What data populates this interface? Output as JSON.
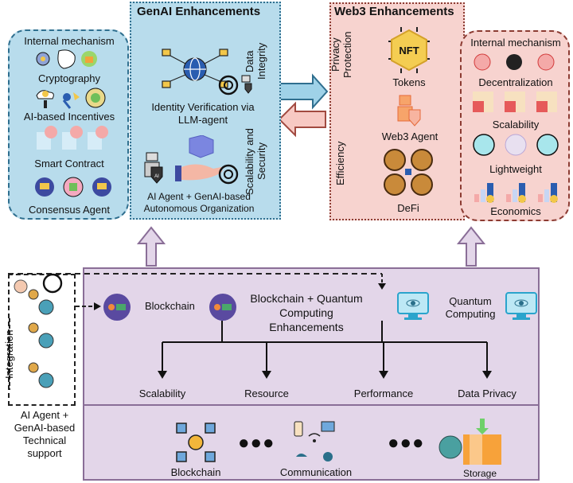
{
  "genai": {
    "title": "GenAI Enhancements",
    "side_labels": [
      "Data Integrity",
      "Scalability and Security"
    ],
    "items": [
      {
        "label_line1": "Identity Verification via",
        "label_line2": "LLM-agent"
      },
      {
        "label_line1": "AI Agent + GenAI-based",
        "label_line2": "Autonomous Organization"
      }
    ],
    "internal": {
      "title": "Internal mechanism",
      "items": [
        "Cryptography",
        "AI-based Incentives",
        "Smart Contract",
        "Consensus Agent"
      ]
    }
  },
  "web3": {
    "title": "Web3 Enhancements",
    "side_labels": [
      "Privacy Protection",
      "Efficiency"
    ],
    "items": [
      "Tokens",
      "Web3 Agent",
      "DeFi"
    ],
    "nft_text": "NFT",
    "internal": {
      "title": "Internal mechanism",
      "items": [
        "Decentralization",
        "Scalability",
        "Lightweight",
        "Economics"
      ]
    }
  },
  "tech_support": {
    "side_label": "Integration",
    "caption_lines": [
      "AI Agent +",
      "GenAI-based",
      "Technical",
      "support"
    ]
  },
  "bqc": {
    "blockchain_label": "Blockchain",
    "title_lines": [
      "Blockchain + Quantum",
      "Computing",
      "Enhancements"
    ],
    "quantum_label_lines": [
      "Quantum",
      "Computing"
    ],
    "outcomes": [
      "Scalability",
      "Resource",
      "Performance",
      "Data Privacy"
    ],
    "bottom_items": [
      "Blockchain",
      "Communication",
      "Storage"
    ],
    "ellipsis": "●●●"
  },
  "colors": {
    "genai_fill": "#b8dcec",
    "genai_border": "#2f6f8f",
    "web3_fill": "#f7d3cf",
    "web3_border": "#8c3b32",
    "bqc_fill": "#e3d6e9",
    "bqc_border": "#8a6e97"
  }
}
